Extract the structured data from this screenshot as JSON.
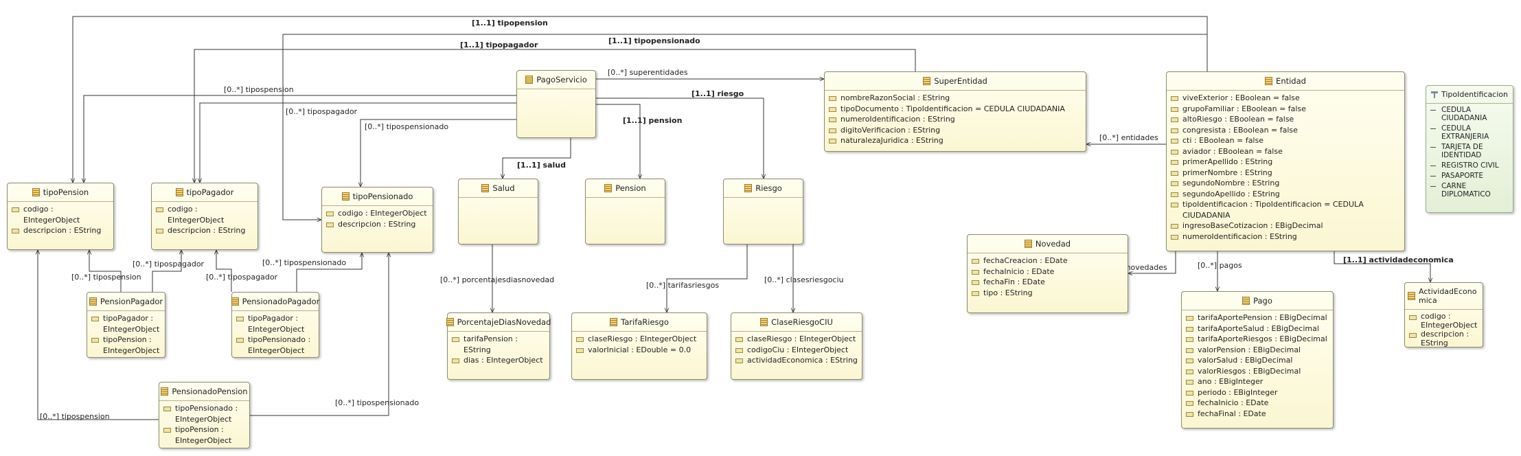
{
  "classes": [
    {
      "id": "pagoServicio",
      "name": "PagoServicio",
      "attributes": []
    },
    {
      "id": "superEntidad",
      "name": "SuperEntidad",
      "attributes": [
        "nombreRazonSocial : EString",
        "tipoDocumento : TipoIdentificacion = CEDULA CIUDADANIA",
        "numeroIdentificacion : EString",
        "digitoVerificacion : EString",
        "naturalezaJuridica : EString"
      ]
    },
    {
      "id": "entidad",
      "name": "Entidad",
      "attributes": [
        "viveExterior : EBoolean = false",
        "grupoFamiliar : EBoolean = false",
        "altoRiesgo : EBoolean = false",
        "congresista : EBoolean = false",
        "cti : EBoolean = false",
        "aviador : EBoolean = false",
        "primerApellido : EString",
        "primerNombre : EString",
        "segundoNombre : EString",
        "segundoApellido : EString",
        "tipoIdentificacion : TipoIdentificacion = CEDULA CIUDADANIA",
        "ingresoBaseCotizacion : EBigDecimal",
        "numeroIdentificacion : EString"
      ]
    },
    {
      "id": "tipoPension",
      "name": "tipoPension",
      "attributes": [
        "codigo : EIntegerObject",
        "descripcion : EString"
      ]
    },
    {
      "id": "tipoPagador",
      "name": "tipoPagador",
      "attributes": [
        "codigo : EIntegerObject",
        "descripcion : EString"
      ]
    },
    {
      "id": "tipoPensionado",
      "name": "tipoPensionado",
      "attributes": [
        "codigo : EIntegerObject",
        "descripcion : EString"
      ]
    },
    {
      "id": "salud",
      "name": "Salud",
      "attributes": []
    },
    {
      "id": "pension",
      "name": "Pension",
      "attributes": []
    },
    {
      "id": "riesgo",
      "name": "Riesgo",
      "attributes": []
    },
    {
      "id": "novedad",
      "name": "Novedad",
      "attributes": [
        "fechaCreacion : EDate",
        "fechaInicio : EDate",
        "fechaFin : EDate",
        "tipo : EString"
      ]
    },
    {
      "id": "pensionPagador",
      "name": "PensionPagador",
      "attributes": [
        "tipoPagador : EIntegerObject",
        "tipoPension : EIntegerObject"
      ]
    },
    {
      "id": "pensionadoPagador",
      "name": "PensionadoPagador",
      "attributes": [
        "tipoPagador : EIntegerObject",
        "tipoPensionado : EIntegerObject"
      ]
    },
    {
      "id": "porcentajeDiasNovedad",
      "name": "PorcentajeDiasNovedad",
      "attributes": [
        "tarifaPension : EString",
        "dias : EIntegerObject"
      ]
    },
    {
      "id": "tarifaRiesgo",
      "name": "TarifaRiesgo",
      "attributes": [
        "claseRiesgo : EIntegerObject",
        "valorInicial : EDouble = 0.0"
      ]
    },
    {
      "id": "claseRiesgoCIU",
      "name": "ClaseRiesgoCIU",
      "attributes": [
        "claseRiesgo : EIntegerObject",
        "codigoCiu : EIntegerObject",
        "actividadEconomica : EString"
      ]
    },
    {
      "id": "pago",
      "name": "Pago",
      "attributes": [
        "tarifaAportePension : EBigDecimal",
        "tarifaAporteSalud : EBigDecimal",
        "tarifaAporteRiesgos : EBigDecimal",
        "valorPension : EBigDecimal",
        "valorSalud : EBigDecimal",
        "valorRiesgos : EBigDecimal",
        "ano : EBigInteger",
        "periodo : EBigInteger",
        "fechaInicio : EDate",
        "fechaFinal : EDate"
      ]
    },
    {
      "id": "actividadEconomica",
      "name": "ActividadEconomica",
      "attributes": [
        "codigo : EIntegerObject",
        "descripcion : EString"
      ]
    },
    {
      "id": "pensionadoPension",
      "name": "PensionadoPension",
      "attributes": [
        "tipoPensionado : EIntegerObject",
        "tipoPension : EIntegerObject"
      ]
    }
  ],
  "enumeration": {
    "name": "TipoIdentificacion",
    "literals": [
      "CEDULA CIUDADANIA",
      "CEDULA EXTRANJERIA",
      "TARJETA DE IDENTIDAD",
      "REGISTRO CIVIL",
      "PASAPORTE",
      "CARNE DIPLOMATICO"
    ]
  },
  "relations": [
    {
      "id": "r_tipopension_top",
      "label": "[1..1] tipopension",
      "bold": true
    },
    {
      "id": "r_tipopensionado_top",
      "label": "[1..1] tipopensionado",
      "bold": true
    },
    {
      "id": "r_tipopagador_top",
      "label": "[1..1] tipopagador",
      "bold": true
    },
    {
      "id": "r_superentidades",
      "label": "[0..*] superentidades",
      "bold": false
    },
    {
      "id": "r_tipospension",
      "label": "[0..*] tipospension",
      "bold": false
    },
    {
      "id": "r_tipospagador",
      "label": "[0..*] tipospagador",
      "bold": false
    },
    {
      "id": "r_tipospensionado",
      "label": "[0..*] tipospensionado",
      "bold": false
    },
    {
      "id": "r_riesgo",
      "label": "[1..1] riesgo",
      "bold": true
    },
    {
      "id": "r_pension",
      "label": "[1..1] pension",
      "bold": true
    },
    {
      "id": "r_salud",
      "label": "[1..1] salud",
      "bold": true
    },
    {
      "id": "r_entidades",
      "label": "[0..*] entidades",
      "bold": false
    },
    {
      "id": "r_novedades",
      "label": "[0..*] novedades",
      "bold": false
    },
    {
      "id": "r_pagos",
      "label": "[0..*] pagos",
      "bold": false
    },
    {
      "id": "r_actividadeconomica",
      "label": "[1..1] actividadeconomica",
      "bold": true
    },
    {
      "id": "r_porcentajes",
      "label": "[0..*] porcentajesdiasnovedad",
      "bold": false
    },
    {
      "id": "r_tarifasriesgos",
      "label": "[0..*] tarifasriesgos",
      "bold": false
    },
    {
      "id": "r_clasesriesgociu",
      "label": "[0..*] clasesriesgociu",
      "bold": false
    },
    {
      "id": "r_pp_tipospension",
      "label": "[0..*] tipospension",
      "bold": false
    },
    {
      "id": "r_pp_tipospagador",
      "label": "[0..*] tipospagador",
      "bold": false
    },
    {
      "id": "r_pdp_tipospagador",
      "label": "[0..*] tipospagador",
      "bold": false
    },
    {
      "id": "r_pdp_tipospensionado",
      "label": "[0..*] tipospensionado",
      "bold": false
    },
    {
      "id": "r_pnp_tipospension",
      "label": "[0..*] tipospension",
      "bold": false
    },
    {
      "id": "r_pnp_tipospensionado",
      "label": "[0..*] tipospensionado",
      "bold": false
    }
  ]
}
